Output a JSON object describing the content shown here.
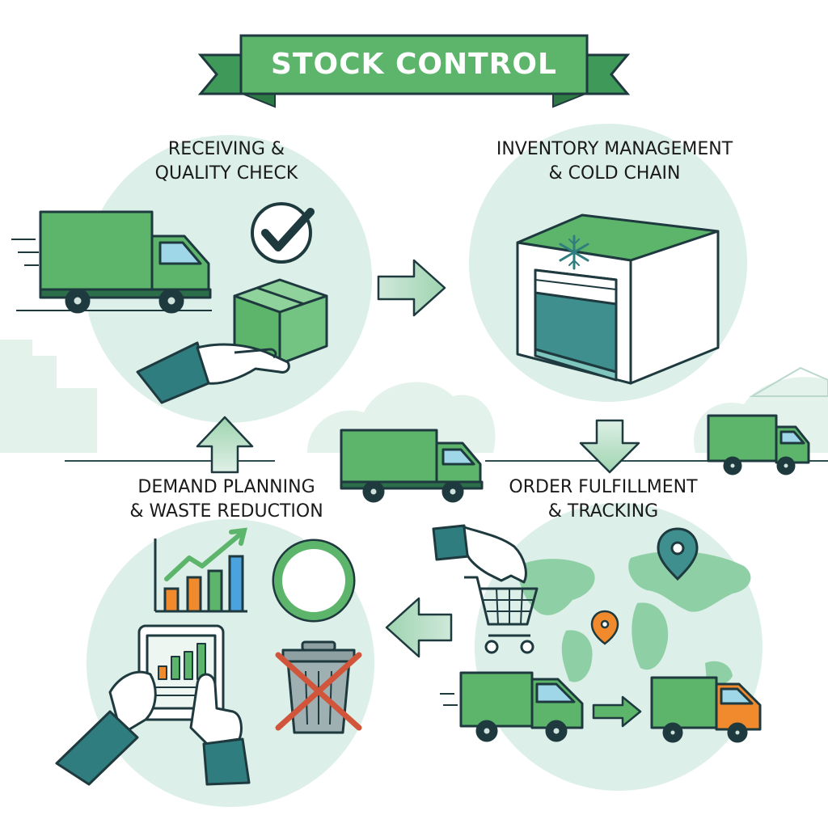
{
  "title": "STOCK CONTROL",
  "colors": {
    "primary_green": "#5cb56b",
    "dark_outline": "#1e3a3f",
    "teal": "#3f8f8e",
    "mint_background": "#dcefe8",
    "orange_accent": "#f08a2c",
    "blue_accent": "#4aa3df"
  },
  "steps": {
    "receiving": {
      "line1": "RECEIVING &",
      "line2": "QUALITY CHECK",
      "icons": [
        "delivery-truck-icon",
        "checkmark-icon",
        "package-box-icon",
        "hand-icon"
      ]
    },
    "inventory": {
      "line1": "INVENTORY MANAGEMENT",
      "line2": "& COLD CHAIN",
      "icons": [
        "cold-storage-warehouse-icon",
        "snowflake-icon"
      ]
    },
    "order": {
      "line1": "ORDER FULFILLMENT",
      "line2": "& TRACKING",
      "icons": [
        "shopping-cart-icon",
        "world-map-icon",
        "location-pin-icon",
        "delivery-van-icon"
      ]
    },
    "demand": {
      "line1": "DEMAND PLANNING",
      "line2": "& WASTE REDUCTION",
      "icons": [
        "bar-chart-trend-icon",
        "circle-icon",
        "tablet-chart-icon",
        "crossed-trash-bin-icon"
      ]
    }
  },
  "flow_arrows": [
    "arrow-right",
    "arrow-down",
    "arrow-left",
    "arrow-up"
  ]
}
